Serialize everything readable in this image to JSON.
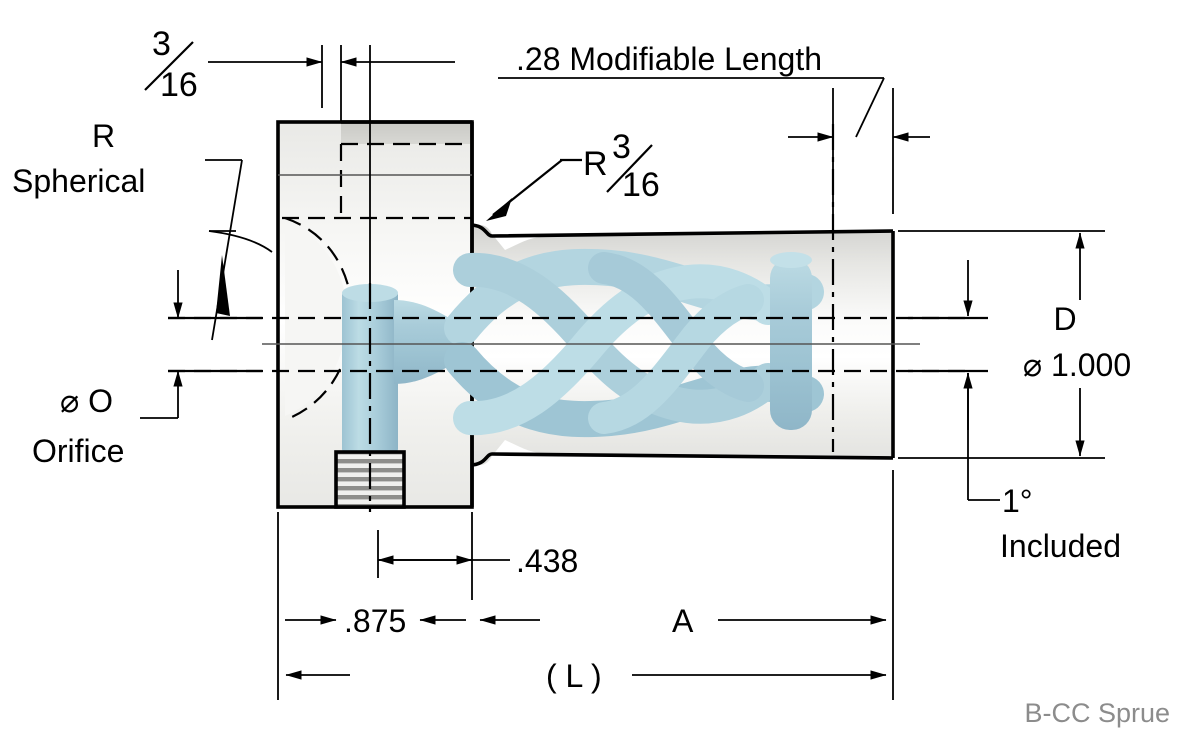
{
  "drawing": {
    "title": "B-CC Sprue",
    "part_label": "B-CC Sprue",
    "watermark_color": "#8c8c8c",
    "line_color": "#000000",
    "body_fill_color": "#f2f2f0",
    "helix_color": "#a8cdd9",
    "background": "#ffffff"
  },
  "dimensions": {
    "head_thickness": {
      "label_numerator": "3",
      "label_denominator": "16",
      "name": "head-thickness-fraction"
    },
    "modifiable_length": {
      "label": ".28 Modifiable Length"
    },
    "fillet_radius": {
      "prefix": "R",
      "numerator": "3",
      "denominator": "16"
    },
    "spherical_radius": {
      "line1": "R",
      "line2": "Spherical"
    },
    "orifice": {
      "line1": "⌀ O",
      "line2": "Orifice"
    },
    "body_diameter": {
      "line1": "D",
      "line2": "⌀ 1.000"
    },
    "draft_angle": {
      "line1": "1°",
      "line2": "Included"
    },
    "orifice_depth": {
      "label": ".438"
    },
    "head_length": {
      "label": ".875"
    },
    "shank_length": {
      "label": "A"
    },
    "overall_length": {
      "label": "( L )"
    }
  },
  "callouts": [
    {
      "name": "head-thickness",
      "text": "3/16"
    },
    {
      "name": "modifiable-length",
      "text": ".28 Modifiable Length"
    },
    {
      "name": "fillet-radius",
      "text": "R 3/16"
    },
    {
      "name": "spherical-radius",
      "text": "R Spherical"
    },
    {
      "name": "orifice-diameter",
      "text": "⌀ O Orifice"
    },
    {
      "name": "body-diameter",
      "text": "D ⌀ 1.000"
    },
    {
      "name": "draft-angle",
      "text": "1° Included"
    },
    {
      "name": "orifice-depth",
      "text": ".438"
    },
    {
      "name": "head-length",
      "text": ".875"
    },
    {
      "name": "shank-length",
      "text": "A"
    },
    {
      "name": "overall-length",
      "text": "( L )"
    }
  ]
}
